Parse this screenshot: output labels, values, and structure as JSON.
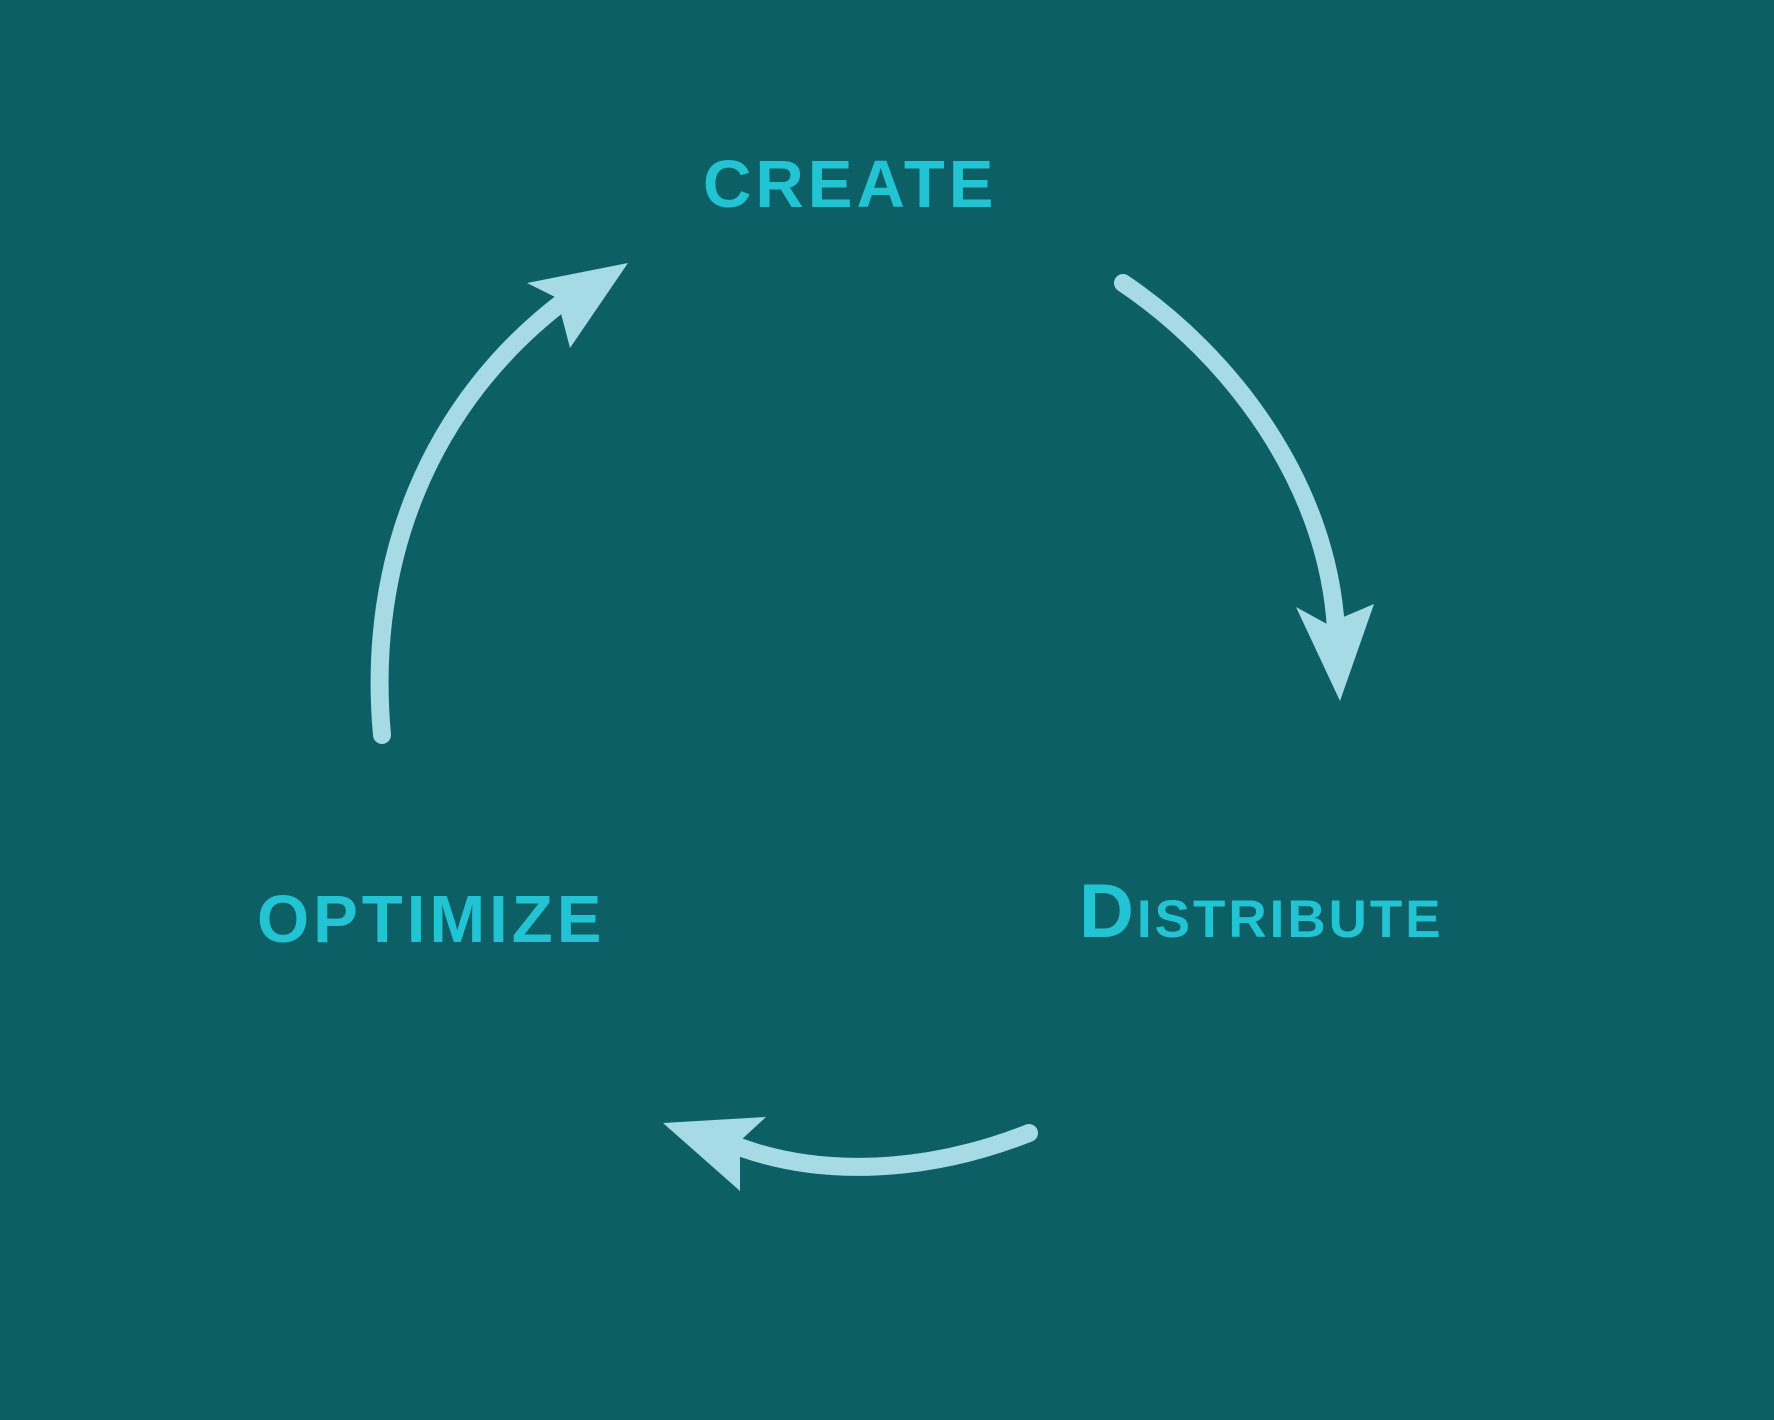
{
  "diagram": {
    "type": "cycle",
    "background_color": "#0d5f66",
    "label_color": "#22c3d3",
    "arrow_color": "#a6dae4",
    "stages": [
      {
        "id": "create",
        "label": "CREATE"
      },
      {
        "id": "distribute",
        "label": "Distribute"
      },
      {
        "id": "optimize",
        "label": "OPTIMIZE"
      }
    ],
    "flow": [
      {
        "from": "create",
        "to": "distribute"
      },
      {
        "from": "distribute",
        "to": "optimize"
      },
      {
        "from": "optimize",
        "to": "create"
      }
    ]
  }
}
